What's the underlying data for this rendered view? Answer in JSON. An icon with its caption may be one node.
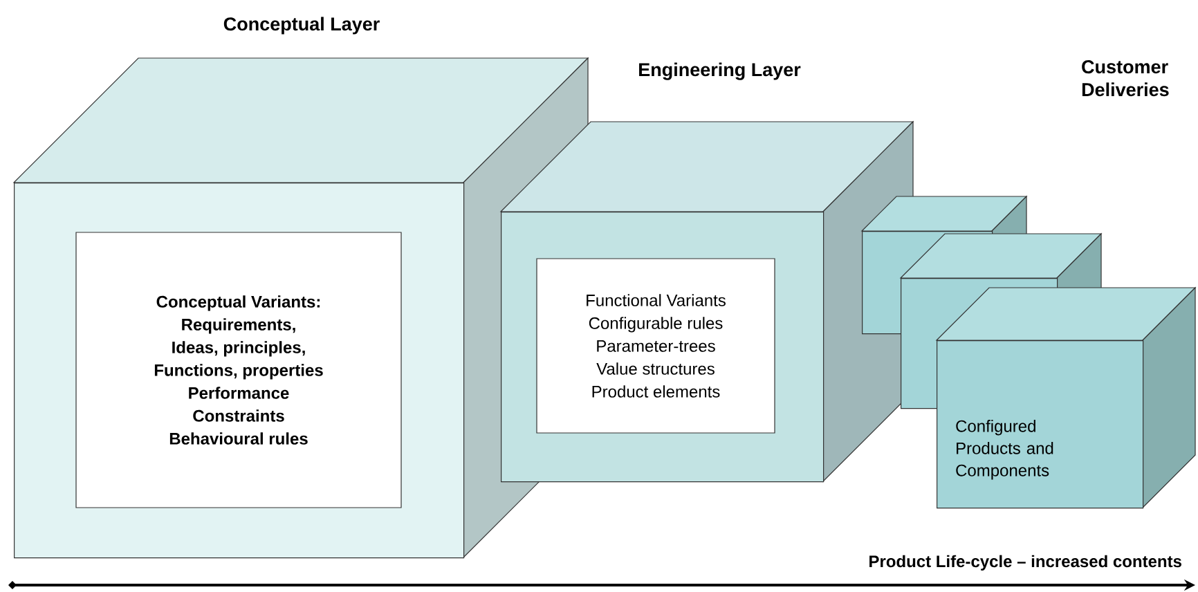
{
  "diagram": {
    "nodes": [
      {
        "text": [
          "Conceptual Layer"
        ]
      },
      {
        "text": [
          "Conceptual Variants:",
          "Requirements,",
          "Ideas, principles,",
          "Functions, properties",
          "Performance",
          "Constraints",
          "Behavioural rules"
        ],
        "in": 0
      },
      {
        "text": [
          "Engineering Layer"
        ]
      },
      {
        "text": [
          "Functional Variants",
          "Configurable rules",
          "Parameter-trees",
          "Value structures",
          "Product elements"
        ],
        "in": 2
      },
      {
        "text": [],
        "shape": "box"
      },
      {
        "text": [],
        "shape": "box"
      },
      {
        "text": [
          "Configured Products and Components"
        ]
      }
    ],
    "edges": [],
    "labels": [
      "Customer Deliveries",
      "Product Life-cycle – increased contents"
    ]
  }
}
